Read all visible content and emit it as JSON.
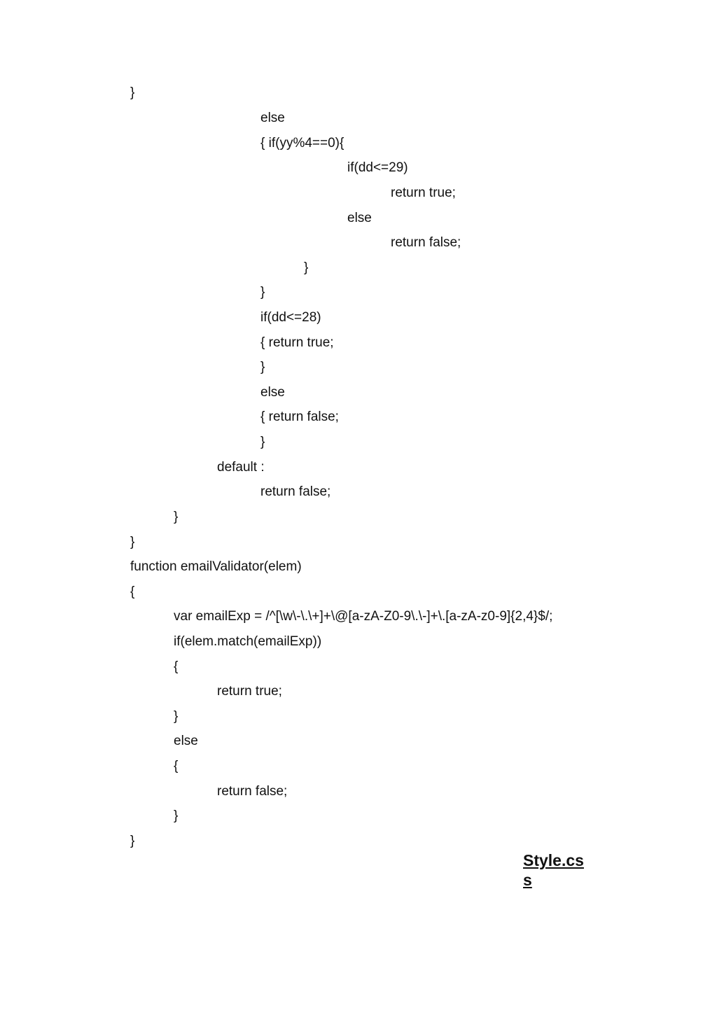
{
  "document": {
    "code_lines": [
      "}",
      "else",
      "{ if(yy%4==0){",
      "if(dd<=29)",
      "return true;",
      "else",
      "return false;",
      "}",
      "}",
      "if(dd<=28)",
      "{ return true;",
      "}",
      "else",
      "{ return false;",
      "}",
      "default :",
      "return false;",
      "}",
      "}",
      "function emailValidator(elem)",
      "{",
      "var emailExp = /^[\\w\\-\\.\\+]+\\@[a-zA-Z0-9\\.\\-]+\\.[a-zA-z0-9]{2,4}$/;",
      "if(elem.match(emailExp))",
      "{",
      "return true;",
      "}",
      "else",
      "{",
      "return false;",
      "}",
      "}"
    ],
    "section_heading": "Style.css"
  }
}
